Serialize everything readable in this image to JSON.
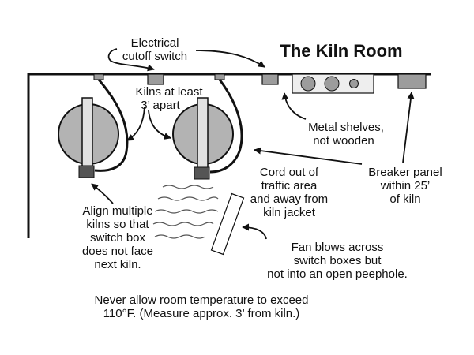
{
  "title": "The Kiln Room",
  "labels": {
    "cutoff": [
      "Electrical",
      "cutoff switch"
    ],
    "spacing": [
      "Kilns at least",
      "3’ apart"
    ],
    "shelves": [
      "Metal shelves,",
      "not wooden"
    ],
    "cord": [
      "Cord out of",
      "traffic area",
      "and away from",
      "kiln jacket"
    ],
    "breaker": [
      "Breaker panel",
      "within 25’",
      "of kiln"
    ],
    "align": [
      "Align multiple",
      "kilns so that",
      "switch box",
      "does not face",
      "next kiln."
    ],
    "fan": [
      "Fan blows across",
      "switch boxes but",
      "not into an open peephole."
    ],
    "temperature": [
      "Never allow room temperature to exceed",
      "110°F. (Measure approx. 3’ from kiln.)"
    ]
  },
  "colors": {
    "ink": "#111111",
    "kiln_fill": "#b3b3b3",
    "lid_bar": "#e2e2e2",
    "switch_box": "#555555",
    "panel_fill": "#9c9c9c",
    "shelf_fill": "#eeeeee"
  }
}
